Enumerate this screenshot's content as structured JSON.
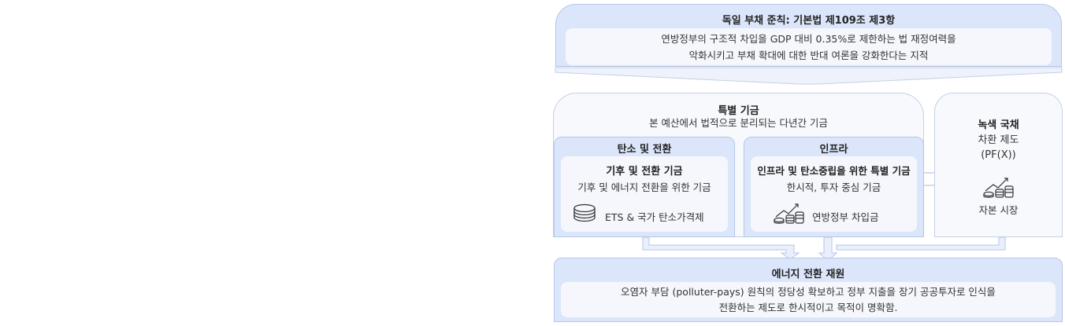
{
  "debt_rule": {
    "title": "독일 부채 준칙: 기본법 제109조 제3항",
    "line1": "연방정부의 구조적 차입을 GDP 대비 0.35%로 제한하는 법 재정여력을",
    "line2": "악화시키고 부채 확대에 대한 반대 여론을 강화한다는 지적"
  },
  "special_fund": {
    "title": "특별 기금",
    "subtitle": "본 예산에서 법적으로 분리되는 다년간 기금"
  },
  "carbon": {
    "header": "탄소 및 전환",
    "title": "기후 및 전환 기금",
    "desc": "기후 및 에너지 전환을 위한 기금",
    "source": "ETS & 국가 탄소가격제",
    "icon": "coin-stack-icon"
  },
  "infra": {
    "header": "인프라",
    "title": "인프라 및 탄소중립을 위한 특별 기금",
    "desc": "한시적, 투자 중심 기금",
    "source": "연방정부 차입금",
    "icon": "growth-coins-icon"
  },
  "green_bond": {
    "title": "녹색 국채",
    "line1": "차환 제도",
    "line2": "(PF(X))",
    "source": "자본 시장",
    "icon": "growth-coins-icon"
  },
  "energy": {
    "title": "에너지 전환 재원",
    "line1": "오염자 부담 (polluter-pays) 원칙의 정당성 확보하고 정부 지출을 장기 공공투자로 인식을",
    "line2": "전환하는 제도로 한시적이고 목적이 명확함."
  },
  "colors": {
    "accent_fill": "#dce6fb",
    "accent_border": "#b4c6ea",
    "panel_fill": "#f7f9fd",
    "inner_fill": "#f5f7fc"
  }
}
